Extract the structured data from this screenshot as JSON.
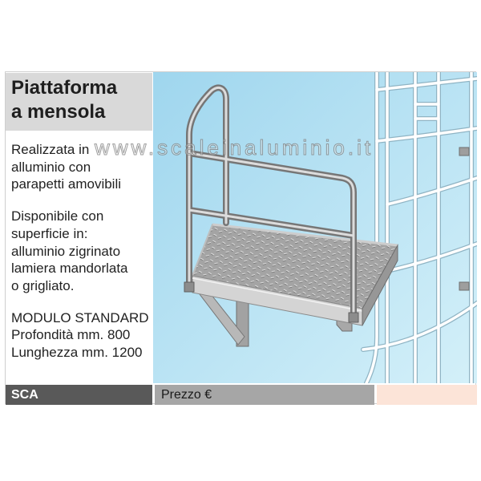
{
  "title": {
    "line1": "Piattaforma",
    "line2": "a mensola"
  },
  "description": {
    "paragraph1": [
      "Realizzata in",
      "alluminio con",
      "parapetti amovibili"
    ],
    "paragraph2": [
      "Disponibile con",
      "superficie in:",
      "alluminio zigrinato",
      "lamiera mandorlata",
      "o grigliato."
    ],
    "paragraph3": [
      "MODULO STANDARD",
      "Profondità mm. 800",
      "Lunghezza mm. 1200"
    ]
  },
  "watermark": "www.scaleinaluminio.it",
  "footer": {
    "code": "SCA",
    "price_label": "Prezzo €"
  },
  "colors": {
    "title_bg": "#d9d9d9",
    "code_bg": "#595959",
    "price_bg": "#a6a6a6",
    "price_value_bg": "#fce4d8"
  }
}
